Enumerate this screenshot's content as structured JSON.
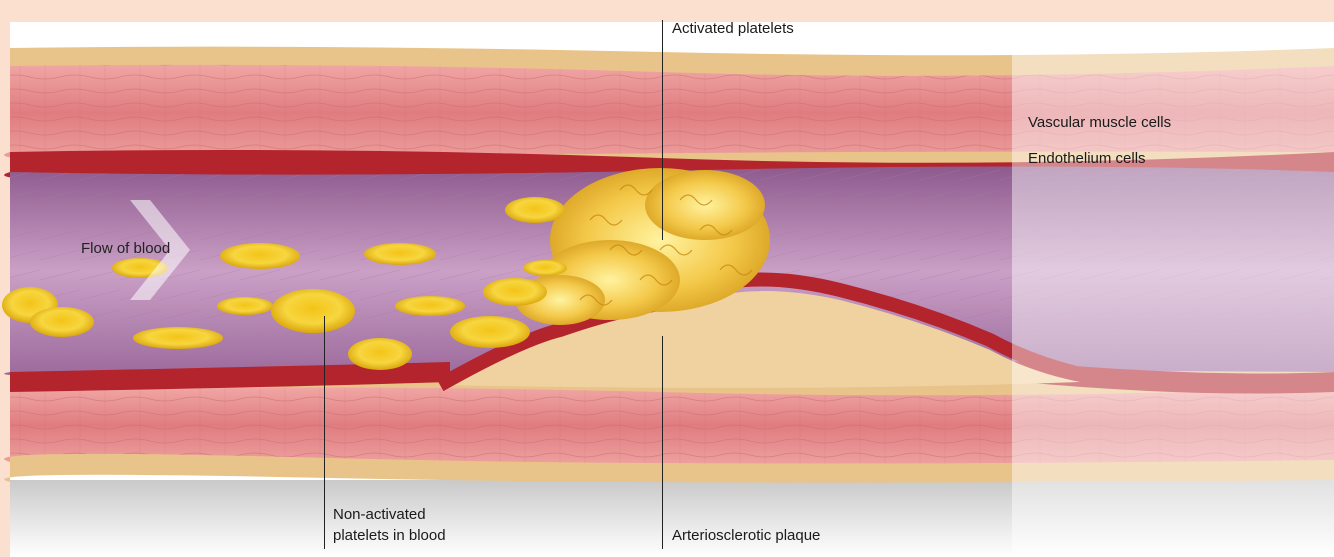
{
  "labels": {
    "activated_platelets": "Activated platelets",
    "vascular_muscle_cells": "Vascular muscle cells",
    "endothelium_cells": "Endothelium cells",
    "flow_of_blood": "Flow of blood",
    "non_activated_line1": "Non-activated",
    "non_activated_line2": "platelets in blood",
    "arteriosclerotic_plaque": "Arteriosclerotic plaque"
  },
  "colors": {
    "background": "#fbe0cf",
    "vessel_outer": "#e9c48a",
    "muscle": "#e2868a",
    "endothelium": "#b3242c",
    "lumen": "#b98ab4",
    "plaque": "#f0d2a0",
    "platelet": "#f2c40f",
    "activated_platelet": "#f7d35a"
  }
}
